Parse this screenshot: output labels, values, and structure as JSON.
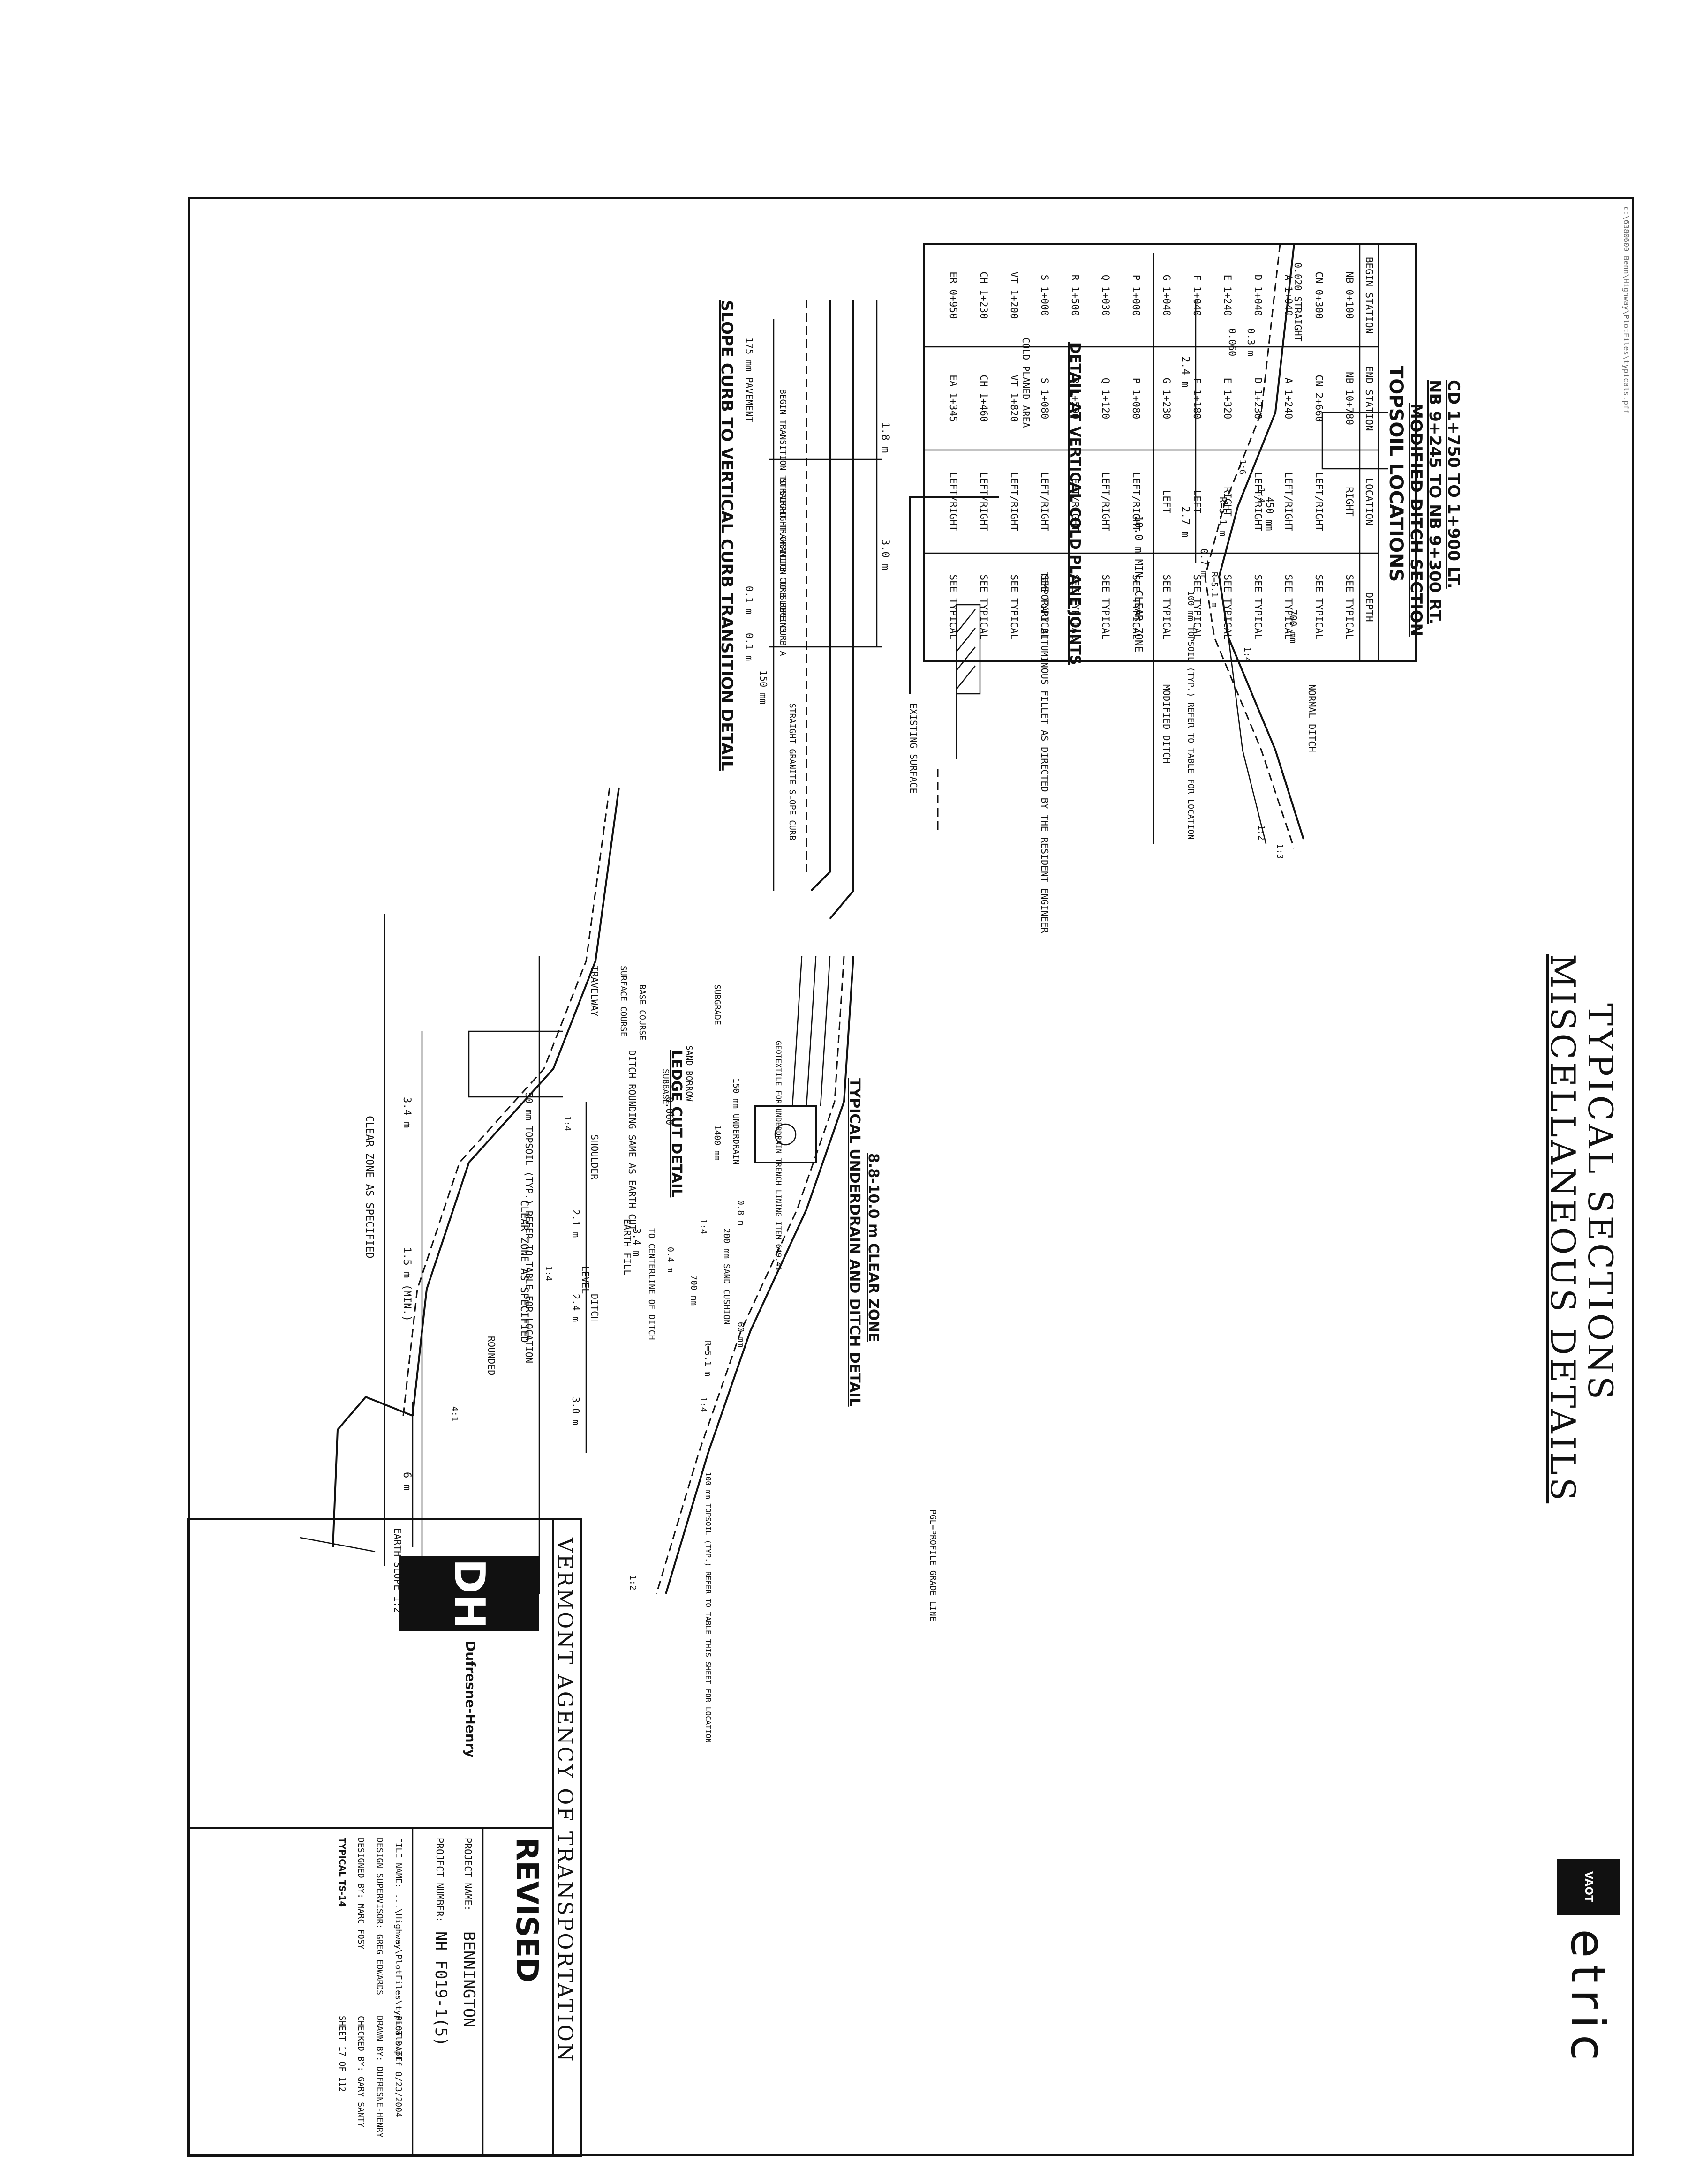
{
  "path_note": "c:\\6380600 Benn\\Highway\\PlotFiles\\typicals.pff",
  "title": {
    "line1": "TYPICAL SECTIONS",
    "line2": "MISCELLANEOUS DETAILS"
  },
  "metric_logo": {
    "mark": "VAOT",
    "word": "etric"
  },
  "topsoil_table": {
    "title": "TOPSOIL LOCATIONS",
    "headers": [
      "BEGIN STATION",
      "END STATION",
      "LOCATION",
      "DEPTH"
    ],
    "rows": [
      [
        "NB 0+100",
        "NB 10+780",
        "RIGHT",
        "SEE TYPICAL"
      ],
      [
        "CN 0+300",
        "CN 2+660",
        "LEFT/RIGHT",
        "SEE TYPICAL"
      ],
      [
        "A 1+040",
        "A 1+240",
        "LEFT/RIGHT",
        "SEE TYPICAL"
      ],
      [
        "D 1+040",
        "D 1+230",
        "LEFT/RIGHT",
        "SEE TYPICAL"
      ],
      [
        "E 1+240",
        "E 1+320",
        "RIGHT",
        "SEE TYPICAL"
      ],
      [
        "F 1+040",
        "F 1+180",
        "LEFT",
        "SEE TYPICAL"
      ],
      [
        "G 1+040",
        "G 1+230",
        "LEFT",
        "SEE TYPICAL"
      ],
      [
        "P 1+000",
        "P 1+080",
        "LEFT/RIGHT",
        "SEE TYPICAL"
      ],
      [
        "Q 1+030",
        "Q 1+120",
        "LEFT/RIGHT",
        "SEE TYPICAL"
      ],
      [
        "R 1+500",
        "R 1+590",
        "LEFT/RIGHT",
        "SEE TYPICAL"
      ],
      [
        "S 1+000",
        "S 1+080",
        "LEFT/RIGHT",
        "SEE TYPICAL"
      ],
      [
        "VT 1+200",
        "VT 1+820",
        "LEFT/RIGHT",
        "SEE TYPICAL"
      ],
      [
        "CH 1+230",
        "CH 1+460",
        "LEFT/RIGHT",
        "SEE TYPICAL"
      ],
      [
        "ER 0+950",
        "EA 1+345",
        "LEFT/RIGHT",
        "SEE TYPICAL"
      ]
    ]
  },
  "slope_curb": {
    "title": "SLOPE CURB TO VERTICAL CURB TRANSITION DETAIL",
    "dim_1_8": "1.8 m",
    "dim_3_0": "3.0 m",
    "pavement": "175 mm PAVEMENT",
    "begin_transition": "BEGIN TRANSITION TO STRAIGHT GRANITE CURB BEGINS",
    "straight_transition": "STRAIGHT TRANSITION TO SLOPE CURB A",
    "dim_0_1a": "0.1 m",
    "dim_0_1b": "0.1 m",
    "dim_150": "150 mm",
    "straight_curb": "STRAIGHT GRANITE SLOPE CURB"
  },
  "cold_plane": {
    "title": "DETAIL AT VERTICAL COLD PLANE JOINTS",
    "existing_surface": "EXISTING SURFACE",
    "cold_planed_area": "COLD PLANED AREA",
    "temporary_fillet": "TEMPORARY BITUMINOUS FILLET AS DIRECTED BY THE RESIDENT ENGINEER"
  },
  "modified_ditch": {
    "title": "MODIFIED DITCH SECTION",
    "sub1": "NB 9+245 TO NB 9+300 RT.",
    "sub2": "CD 1+750 TO 1+900 LT.",
    "clear_zone": "10.0 m MIN. CLEAR ZONE",
    "dim_2_4": "2.4 m",
    "dim_2_7": "2.7 m",
    "dim_0_7": "0.7 m",
    "dim_0_3": "0.3 m",
    "dim_450": "450 mm",
    "dim_700": "700 mm",
    "r51": "R=5.1 m",
    "r51b": "R=5.1 m",
    "slope_020": "0.020 STRAIGHT",
    "slope_060": "0.060",
    "i6": "1:6",
    "i4a": "1:4",
    "i4b": "1:4",
    "i2": "1:2",
    "i3": "1:3",
    "modified_ditch": "MODIFIED DITCH",
    "normal_ditch": "NORMAL DITCH",
    "topsoil_note": "100 mm TOPSOIL (TYP.) REFER TO TABLE FOR LOCATION"
  },
  "ledge_cut": {
    "title": "LEDGE CUT DETAIL",
    "clear_zone": "CLEAR ZONE AS SPECIFIED",
    "dim_3_4": "3.4 m",
    "dim_1_5": "1.5 m (MIN.)",
    "dim_6": "6 m",
    "rounded": "ROUNDED",
    "level": "LEVEL",
    "earth_fill": "EARTH FILL",
    "ditch_rounding": "DITCH ROUNDING SAME AS EARTH CUT",
    "topsoil_note": "50 mm TOPSOIL (TYP.) REFER TO TABLE FOR LOCATION",
    "i4a": "1:4",
    "i4b": "1:4",
    "i4d": "4:1",
    "earth_slope": "EARTH SLOPE 1:2"
  },
  "underdrain": {
    "title": "TYPICAL UNDERDRAIN AND DITCH DETAIL",
    "sub": "8.8-10.0 m CLEAR ZONE",
    "clear_zone": "CLEAR ZONE AS SPECIFIED",
    "travelway": "TRAVELWAY",
    "shoulder": "SHOULDER",
    "ditch": "DITCH",
    "dim_2_1": "2.1 m",
    "dim_2_4": "2.4 m",
    "dim_3_0": "3.0 m",
    "dim_3_4": "3.4 m",
    "to_centerline": "TO CENTERLINE OF DITCH",
    "dim_0_4": "0.4 m",
    "dim_0_8": "0.8 m",
    "dim_700": "700 mm",
    "dim_60": "60 mm",
    "dim_1400": "1400 mm",
    "dim_150": "150 mm UNDERDRAIN",
    "dim_200": "200 mm SAND CUSHION",
    "r51": "R=5.1 m",
    "slope_060": "0.060",
    "surface_course": "SURFACE COURSE",
    "base_course": "BASE COURSE",
    "subbase": "SUBBASE",
    "sand_borrow": "SAND BORROW",
    "subgrade": "SUBGRADE",
    "geotextile": "GEOTEXTILE FOR UNDERDRAIN TRENCH LINING ITEM 649.41",
    "i4a": "1:4",
    "i4b": "1:4",
    "i2": "1:2",
    "topsoil_note": "100 mm TOPSOIL (TYP.) REFER TO TABLE THIS SHEET FOR LOCATION",
    "pgl": "PGL=PROFILE GRADE LINE"
  },
  "title_block": {
    "agency": "VERMONT AGENCY OF TRANSPORTATION",
    "revised": "REVISED",
    "project_name_label": "PROJECT NAME:",
    "project_name": "BENNINGTON",
    "project_number_label": "PROJECT NUMBER:",
    "project_number": "NH F019-1(5)",
    "file_name": "FILE NAME: ...\\Highway\\PlotFiles\\typicals.pff",
    "plot_date": "PLOT DATE: 8/23/2004",
    "design_supervisor": "DESIGN SUPERVISOR: GREG EDWARDS",
    "drawn_by": "DRAWN BY: DUFRESNE-HENRY",
    "designed_by": "DESIGNED BY: MARC FOSY",
    "checked_by": "CHECKED BY: GARY SANTY",
    "typical": "TYPICAL TS-14",
    "sheet": "SHEET 17 OF 112",
    "logo_text": "DH",
    "firm": "Dufresne-Henry"
  }
}
